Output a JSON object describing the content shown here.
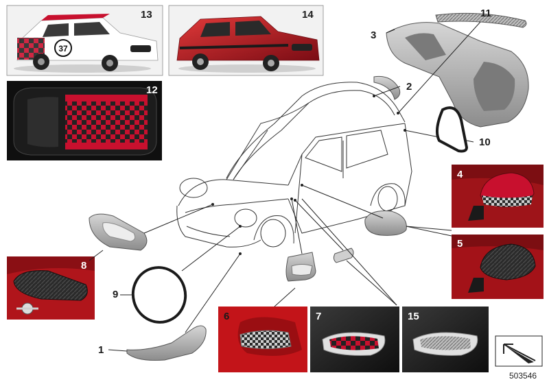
{
  "diagram": {
    "document_number": "503546",
    "callouts": [
      {
        "id": "1",
        "label": "1"
      },
      {
        "id": "2",
        "label": "2"
      },
      {
        "id": "3",
        "label": "3"
      },
      {
        "id": "4",
        "label": "4"
      },
      {
        "id": "5",
        "label": "5"
      },
      {
        "id": "6",
        "label": "6"
      },
      {
        "id": "7",
        "label": "7"
      },
      {
        "id": "8",
        "label": "8"
      },
      {
        "id": "9",
        "label": "9"
      },
      {
        "id": "10",
        "label": "10"
      },
      {
        "id": "11",
        "label": "11"
      },
      {
        "id": "12",
        "label": "12"
      },
      {
        "id": "13",
        "label": "13"
      },
      {
        "id": "14",
        "label": "14"
      },
      {
        "id": "15",
        "label": "15"
      }
    ],
    "car13_number": "37",
    "colors": {
      "accent_red": "#c8102e",
      "photo_dark": "#1c1c1c",
      "part_grey": "#9a9a9a",
      "line": "#222222"
    },
    "icons": [
      "nav-arrow-icon"
    ]
  }
}
